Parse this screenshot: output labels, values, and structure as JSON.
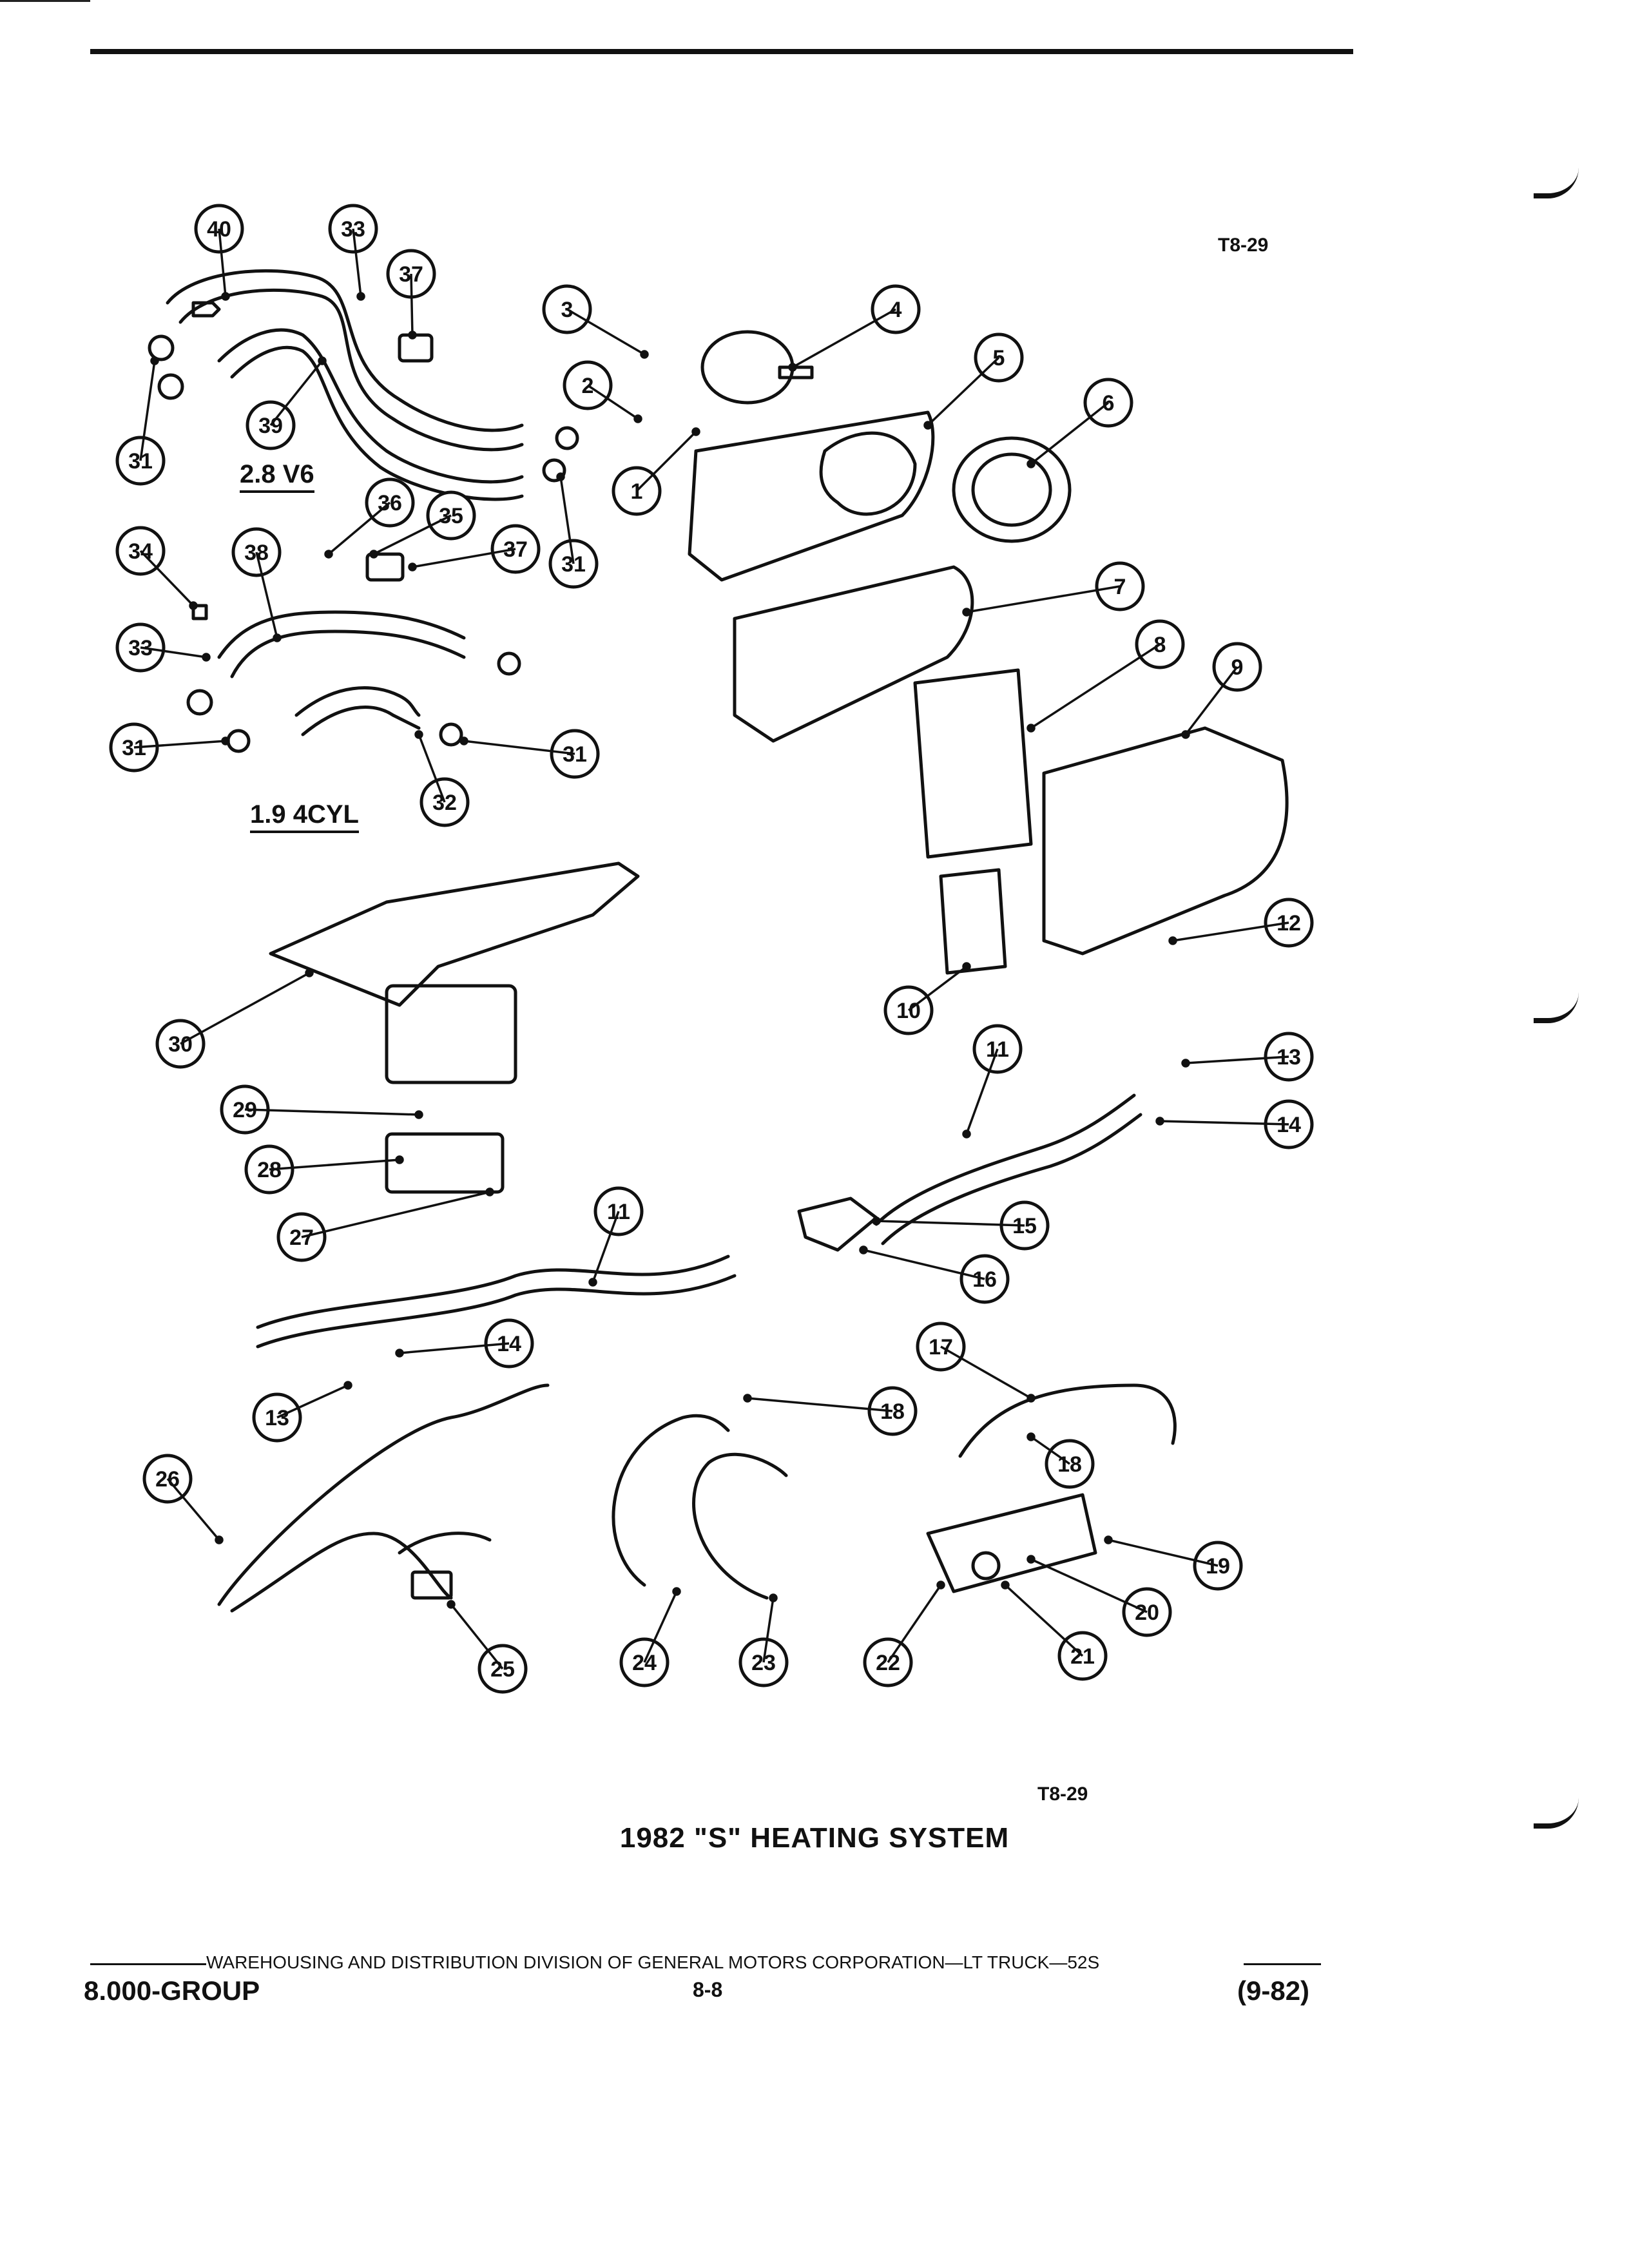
{
  "figure_code_top": "T8-29",
  "figure_code_bottom": "T8-29",
  "labels": {
    "engine_v6": "2.8 V6",
    "engine_4cyl": "1.9 4CYL"
  },
  "caption": "1982 \"S\" HEATING SYSTEM",
  "footer": {
    "division": "WAREHOUSING AND DISTRIBUTION  DIVISION OF GENERAL MOTORS CORPORATION—LT TRUCK—52S",
    "group": "8.000-GROUP",
    "page": "8-8",
    "date": "(9-82)"
  },
  "callouts": [
    "1",
    "2",
    "3",
    "4",
    "5",
    "6",
    "7",
    "8",
    "9",
    "10",
    "11",
    "12",
    "13",
    "14",
    "15",
    "16",
    "17",
    "18",
    "19",
    "20",
    "21",
    "22",
    "23",
    "24",
    "25",
    "26",
    "27",
    "28",
    "29",
    "30",
    "31",
    "32",
    "33",
    "34",
    "35",
    "36",
    "37",
    "38",
    "39",
    "40"
  ]
}
